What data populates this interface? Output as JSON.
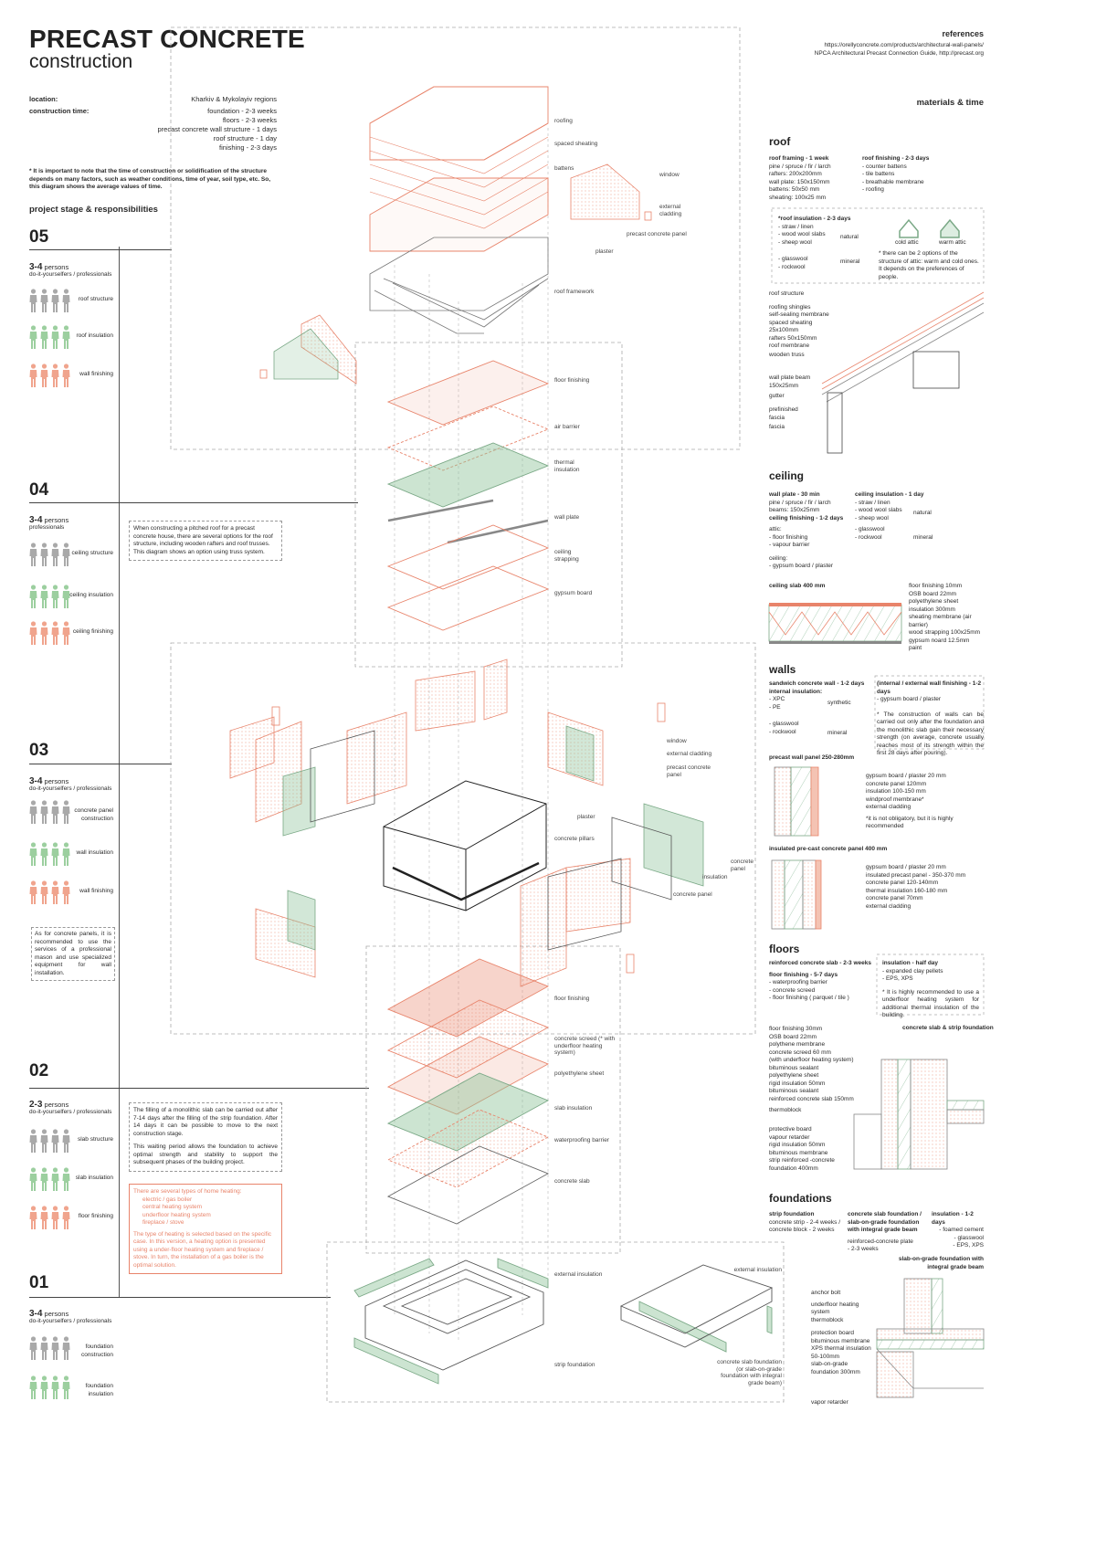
{
  "header": {
    "title": "PRECAST CONCRETE",
    "subtitle": "construction"
  },
  "info": {
    "location_label": "location:",
    "location_value": "Kharkiv & Mykolayiv regions",
    "time_label": "construction time:",
    "times": [
      "foundation - 2-3 weeks",
      "floors - 2-3 weeks",
      "precast concrete wall structure - 1 days",
      "roof structure  - 1 day",
      "finishing - 2-3 days"
    ],
    "note": "* It is important to note that the time of construction or solidification of the structure depends on many factors, such as weather conditions, time of year, soil type, etc. So, this diagram shows the average values of time.",
    "stage_heading": "project stage  &  responsibilities"
  },
  "references": {
    "heading": "references",
    "line1": "https://orellyconcrete.com/products/architectural-wall-panels/",
    "line2": "NPCA Architectural Precast Connection Guide, http://precast.org"
  },
  "materials_heading": "materials & time",
  "stages": [
    {
      "num": "05",
      "persons": "3-4",
      "persons_unit": "persons",
      "who": "do-it-yourselfers / professionals",
      "tasks": [
        "roof structure",
        "roof insulation",
        "wall finishing"
      ]
    },
    {
      "num": "04",
      "persons": "3-4",
      "persons_unit": "persons",
      "who": "professionals",
      "tasks": [
        "ceiling structure",
        "ceiling insulation",
        "ceiling finishing"
      ],
      "note": "When constructing a pitched roof for a precast concrete house, there are several options for the roof structure, including wooden rafters and roof trusses. This diagram shows an option using truss system."
    },
    {
      "num": "03",
      "persons": "3-4",
      "persons_unit": "persons",
      "who": "do-it-yourselfers / professionals",
      "tasks": [
        "concrete panel construction",
        "wall insulation",
        "wall finishing"
      ],
      "note": "As for concrete panels, it is recommended to use the services of a professional mason and use specialized equipment for wall installation."
    },
    {
      "num": "02",
      "persons": "2-3",
      "persons_unit": "persons",
      "who": "do-it-yourselfers / professionals",
      "tasks": [
        "slab structure",
        "slab insulation",
        "floor finishing"
      ],
      "note": "The filling of a monolithic slab can be carried out after 7-14 days after the filling of the strip foundation. After 14 days it can be possible to move to the next construction stage.",
      "note2": "This waiting period allows the foundation to achieve optimal strength and stability to support the subsequent phases of the building project.",
      "heating_title": "There are several types of home heating:",
      "heating_items": [
        "electric / gas boiler",
        "central heating system",
        "underfloor heating system",
        "fireplace / stove"
      ],
      "heating_note": "The type of heating is selected based on the specific case. In this version, a heating option is presented using a under-floor heating system and fireplace / stove. In turn, the installation of a gas boiler is the optimal solution."
    },
    {
      "num": "01",
      "persons": "3-4",
      "persons_unit": "persons",
      "who": "do-it-yourselfers / professionals",
      "tasks": [
        "foundation construction",
        "foundation insulation"
      ]
    }
  ],
  "diagram_labels": {
    "roofing": "roofing",
    "spaced_sheating": "spaced sheating",
    "battens": "battens",
    "window": "window",
    "external_cladding": "external cladding",
    "precast_concrete_panel": "precast concrete panel",
    "plaster": "plaster",
    "roof_framework": "roof framework",
    "floor_finishing": "floor finishing",
    "air_barrier": "air barrier",
    "thermal_insulation": "thermal insulation",
    "wall_plate": "wall plate",
    "ceiling_strapping": "ceiling strapping",
    "gypsum_board": "gypsum board",
    "window2": "window",
    "external_cladding2": "external cladding",
    "precast_panel2": "precast concrete panel",
    "plaster2": "plaster",
    "concrete_pillars": "concrete pillars",
    "concrete_panel": "concrete panel",
    "insulation": "insulation",
    "concrete_panel2": "concrete panel",
    "floor_finishing2": "floor finishing",
    "concrete_screed": "concrete screed (* with underfloor heating system)",
    "polyethylene": "polyethylene sheet",
    "slab_insulation": "slab insulation",
    "waterproofing": "waterproofing barrier",
    "concrete_slab": "concrete slab",
    "external_insulation": "external insulation",
    "strip_foundation": "strip foundation",
    "external_insulation2": "external insulation",
    "slab_foundation": "concrete slab foundation (or slab-on-grade foundation with integral grade beam)"
  },
  "roof_section": {
    "title": "roof",
    "framing": "roof framing - 1 week",
    "framing_items": [
      "pine / spruce / fir / larch",
      "rafters: 200x200mm",
      "wall plate: 150x150mm",
      "battens: 50x50 mm",
      "sheating: 100x25 mm"
    ],
    "finishing": "roof finishing - 2-3 days",
    "finishing_items": [
      "- counter battens",
      "- tile battens",
      "- breathable membrane",
      "- roofing"
    ],
    "insulation": "*roof insulation - 2-3 days",
    "insulation_natural": [
      "- straw / linen",
      "- wood wool slabs",
      "- sheep wool"
    ],
    "natural": "natural",
    "insulation_mineral": [
      "- glasswool",
      "- rockwool"
    ],
    "mineral": "mineral",
    "cold_attic": "cold attic",
    "warm_attic": "warm attic",
    "attic_note": "* there can be 2 options of the structure of attic: warm and cold ones. It depends on the preferences of people.",
    "structure_title": "roof structure",
    "structure_items": [
      "roofing shingles",
      "self-sealing membrane",
      "spaced sheating 25x100mm",
      "rafters 50x150mm",
      "roof membrane"
    ],
    "truss": "wooden truss",
    "wall_plate": "wall plate beam 150x25mm",
    "gutter": "gutter",
    "fascia_pre": "prefinished fascia",
    "fascia": "fascia"
  },
  "ceiling_section": {
    "title": "ceiling",
    "wall_plate": "wall plate - 30 min",
    "wall_plate_items": [
      "pine / spruce / fir / larch",
      "beams:  150x25mm"
    ],
    "finishing": "ceiling finishing - 1-2 days",
    "attic": "attic:",
    "attic_items": [
      "- floor finishing",
      "- vapour barrier"
    ],
    "ceiling": "ceiling:",
    "ceiling_items": [
      "- gypsum board / plaster"
    ],
    "insulation": "ceiling insulation - 1 day",
    "insulation_natural": [
      "- straw / linen",
      "- wood wool slabs",
      "- sheep wool"
    ],
    "natural": "natural",
    "insulation_mineral": [
      "- glasswool",
      "- rockwool"
    ],
    "mineral": "mineral",
    "slab": "ceiling slab 400 mm",
    "layers": [
      "floor finishing 10mm",
      "OSB board 22mm",
      "polyethylene sheet",
      "insulation 300mm",
      "sheating membrane (air barrier)",
      "wood strapping 100x25mm",
      "gypsum noard 12.5mm",
      "paint"
    ]
  },
  "walls_section": {
    "title": "walls",
    "sandwich": "sandwich concrete wall -  1-2 days",
    "internal": "internal insulation:",
    "synthetic_items": [
      "- XPC",
      "- PE"
    ],
    "synthetic": "synthetic",
    "mineral_items": [
      "- glasswool",
      "- rockwool"
    ],
    "mineral": "mineral",
    "finishing": "(internal / external wall finishing - 1-2 days",
    "finishing_items": [
      "- gypsum board / plaster"
    ],
    "note": "* The construction of walls can be carried out only after the foundation and the monolithic slab gain their necessary strength (on average, concrete usually reaches most of its strength within the first 28 days after pouring).",
    "panel1_title": "precast wall panel 250-280mm",
    "panel1_layers": [
      "gypsum board / plaster 20 mm",
      "concrete panel 120mm",
      "insulation 100-150 mm",
      "windproof membrane*",
      "external cladding"
    ],
    "panel1_note": "*it is not obligatory, but it is highly recommended",
    "panel2_title": "insulated pre-cast concrete panel  400 mm",
    "panel2_layers": [
      "gypsum board / plaster 20 mm",
      "insulated precast panel - 350-370 mm",
      "concrete panel 120-140mm",
      "thermal insulation 160-180 mm",
      "concrete panel 70mm",
      "external cladding"
    ]
  },
  "floors_section": {
    "title": "floors",
    "slab": "reinforced concrete slab  - 2-3 weeks",
    "finishing": "floor finishing - 5-7 days",
    "finishing_items": [
      "- waterproofing barrier",
      "- concrete screed",
      "- floor finishing ( parquet / tile )"
    ],
    "insulation": "insulation - half day",
    "insulation_items": [
      "- expanded clay pellets",
      "- EPS, XPS"
    ],
    "insulation_note": "* It is highly recommended to use a underfloor heating system for additional thermal insulation of the building.",
    "detail_title": "concrete slab & strip foundation",
    "layers": [
      "floor finishing 30mm",
      "OSB board 22mm",
      "polythene membrane",
      "concrete screed  60 mm",
      "(with underfloor heating system)",
      "bituminous sealant",
      "polyethylene sheet",
      "rigid insulation 50mm",
      "bituminous sealant",
      "reinforced concrete slab 150mm"
    ],
    "thermoblock": "thermoblock",
    "lower_layers": [
      "protective board",
      "vapour retarder",
      "rigid insulation 50mm",
      "bituminous membrane",
      "strip reinforced -concrete",
      "foundation 400mm"
    ]
  },
  "foundations_section": {
    "title": "foundations",
    "strip": "strip foundation",
    "strip_items": [
      "concrete strip - 2-4 weeks  /",
      "concrete block - 2 weeks"
    ],
    "slab": "concrete slab foundation / slab-on-grade foundation with integral grade beam",
    "slab_items": [
      "reinforced-concrete plate",
      "- 2-3 weeks"
    ],
    "insulation": "insulation - 1-2 days",
    "insulation_items": [
      "- foamed cement",
      "- glasswool",
      "- EPS, XPS"
    ],
    "detail_title": "slab-on-grade foundation with integral grade beam",
    "layers": [
      "anchor bolt",
      "underfloor heating system",
      "thermoblock"
    ],
    "lower_layers": [
      "protection board",
      "bituminous membrane",
      "XPS thermal insulation",
      "50-100mm",
      "slab-on-grade",
      "foundation 300mm"
    ],
    "vapor": "vapor retarder"
  },
  "colors": {
    "accent_pink": "#e8846b",
    "accent_green": "#8fc49a",
    "person_gray": "#a9a9a9",
    "person_green": "#9ccf9f",
    "person_pink": "#f0a48d"
  }
}
